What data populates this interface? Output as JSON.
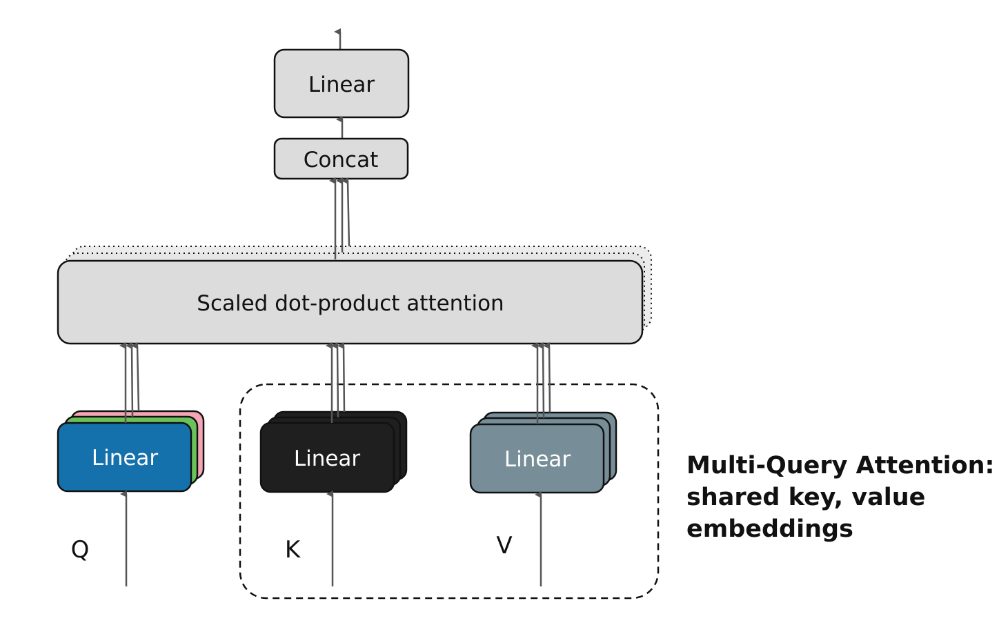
{
  "top_linear": {
    "label": "Linear"
  },
  "concat": {
    "label": "Concat"
  },
  "attention": {
    "label": "Scaled dot-product attention"
  },
  "q_linear": {
    "label": "Linear",
    "input_label": "Q"
  },
  "k_linear": {
    "label": "Linear",
    "input_label": "K"
  },
  "v_linear": {
    "label": "Linear",
    "input_label": "V"
  },
  "caption": {
    "line1": "Multi-Query Attention:",
    "line2": "shared key, value",
    "line3": "embeddings"
  },
  "colors": {
    "gray_box": "#dcdcdc",
    "q_front": "#1471ab",
    "q_mid": "#6cc25a",
    "q_back": "#f4a6b4",
    "k_box": "#1f1f1f",
    "v_box": "#778e99",
    "arrow": "#555555"
  }
}
